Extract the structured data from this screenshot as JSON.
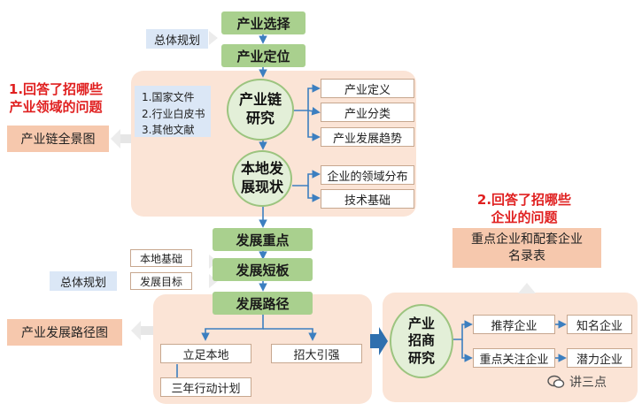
{
  "top": {
    "select": "产业选择",
    "position": "产业定位",
    "overall_plan_1": "总体规划"
  },
  "research": {
    "docs": [
      "1.国家文件",
      "2.行业白皮书",
      "3.其他文献"
    ],
    "chain_circle": [
      "产业链",
      "研究"
    ],
    "chain_items": [
      "产业定义",
      "产业分类",
      "产业发展趋势"
    ],
    "local_circle": [
      "本地发",
      "展现状"
    ],
    "local_items": [
      "企业的领域分布",
      "技术基础"
    ]
  },
  "question1": {
    "title": [
      "1.回答了招哪些",
      "产业领域的问题"
    ],
    "result": "产业链全景图"
  },
  "dev": {
    "focus": "发展重点",
    "shortboard": "发展短板",
    "path": "发展路径",
    "local_basis": "本地基础",
    "dev_goal": "发展目标",
    "overall_plan_2": "总体规划",
    "path_items": [
      "立足本地",
      "招大引强",
      "三年行动计划"
    ],
    "path_result": "产业发展路径图"
  },
  "invest": {
    "circle": [
      "产业",
      "招商",
      "研究"
    ],
    "recommend": "推荐企业",
    "famous": "知名企业",
    "focus_watch": "重点关注企业",
    "potential": "潜力企业"
  },
  "question2": {
    "title": [
      "2.回答了招哪些",
      "企业的问题"
    ],
    "result": [
      "重点企业和配套企业",
      "名录表"
    ]
  },
  "watermark": "讲三点",
  "colors": {
    "green": "#a9d08e",
    "panel": "#fbe4d6",
    "blue_box": "#dbe7f6",
    "salmon_box": "#f6c8ad",
    "arrow_blue": "#3c7fc0",
    "red_text": "#e02020"
  }
}
